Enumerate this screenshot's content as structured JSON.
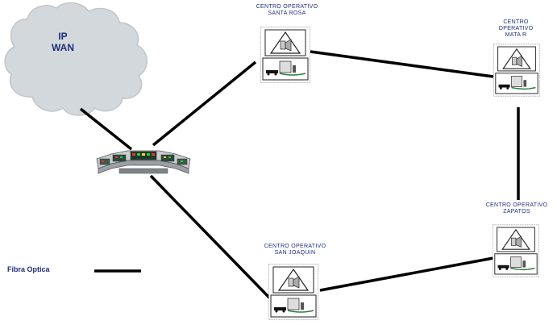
{
  "cloud": {
    "line1": "IP",
    "line2": "WAN"
  },
  "sites": [
    {
      "id": "santa-rosa",
      "line1": "CENTRO OPERATIVO",
      "line2": "SANTA ROSA"
    },
    {
      "id": "mata-r",
      "line1": "CENTRO",
      "line2": "OPERATIVO",
      "line3": "MATA R"
    },
    {
      "id": "zapatos",
      "line1": "CENTRO OPERATIVO",
      "line2": "ZAPATOS"
    },
    {
      "id": "san-joaquin",
      "line1": "CENTRO OPERATIVO",
      "line2": "SAN JOAQUIN"
    }
  ],
  "legend": {
    "label": "Fibra Optica"
  },
  "colors": {
    "label": "#1f2f7a",
    "cloud": "#d3d8dc",
    "link": "#000000"
  },
  "icons": {
    "cloud": "cloud-icon",
    "hub": "control-console-icon",
    "site": "operations-center-icon"
  }
}
